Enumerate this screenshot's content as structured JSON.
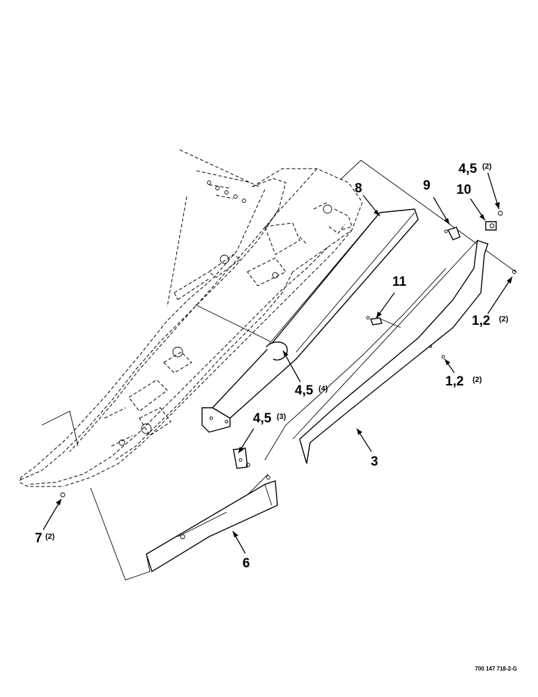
{
  "diagram": {
    "callouts": [
      {
        "id": "c1",
        "number": "8",
        "qty": ""
      },
      {
        "id": "c2",
        "number": "9",
        "qty": ""
      },
      {
        "id": "c3",
        "number": "10",
        "qty": ""
      },
      {
        "id": "c4",
        "number": "4,5",
        "qty": "(2)"
      },
      {
        "id": "c5",
        "number": "11",
        "qty": ""
      },
      {
        "id": "c6",
        "number": "1,2",
        "qty": "(2)"
      },
      {
        "id": "c7",
        "number": "1,2",
        "qty": "(2)"
      },
      {
        "id": "c8",
        "number": "4,5",
        "qty": "(4)"
      },
      {
        "id": "c9",
        "number": "4,5",
        "qty": "(3)"
      },
      {
        "id": "c10",
        "number": "3",
        "qty": ""
      },
      {
        "id": "c11",
        "number": "7",
        "qty": "(2)"
      },
      {
        "id": "c12",
        "number": "6",
        "qty": ""
      }
    ],
    "drawing_number": "700 147 718-2-G"
  }
}
